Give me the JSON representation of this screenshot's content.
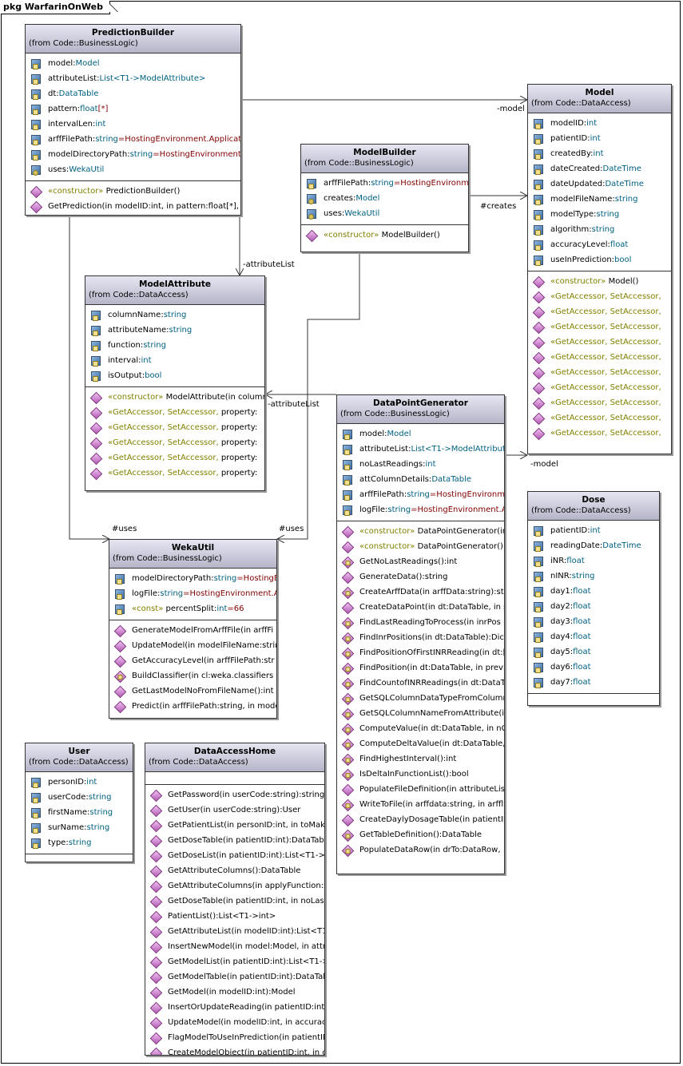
{
  "package_title": "pkg WarfarinOnWeb",
  "classes": {
    "prediction_builder": {
      "name": "PredictionBuilder",
      "from": "(from Code::BusinessLogic)",
      "attributes": [
        {
          "icon": "attr",
          "name": "model:",
          "type": "Model",
          "rest": ""
        },
        {
          "icon": "attr",
          "name": "attributeList:",
          "type": "List<T1->ModelAttribute>",
          "rest": ""
        },
        {
          "icon": "attr",
          "name": "dt:",
          "type": "DataTable",
          "rest": ""
        },
        {
          "icon": "attr",
          "name": "pattern:",
          "type": "float",
          "rest": "[*]"
        },
        {
          "icon": "attr",
          "name": "intervalLen:",
          "type": "int",
          "rest": ""
        },
        {
          "icon": "attr",
          "name": "arffFilePath:",
          "type": "string",
          "rest": "=HostingEnvironment.Applicatic"
        },
        {
          "icon": "attr",
          "name": "modelDirectoryPath:",
          "type": "string",
          "rest": "=HostingEnvironment.A"
        },
        {
          "icon": "attr prot",
          "name": "uses:",
          "type": "WekaUtil",
          "rest": ""
        }
      ],
      "operations": [
        {
          "icon": "op",
          "st": "«constructor»",
          "text": " PredictionBuilder()"
        },
        {
          "icon": "op",
          "st": "",
          "text": "GetPrediction(in modelID:int, in pattern:float[*], in i"
        }
      ]
    },
    "model": {
      "name": "Model",
      "from": "(from Code::DataAccess)",
      "attributes": [
        {
          "icon": "attr",
          "name": "modelID:",
          "type": "int",
          "rest": ""
        },
        {
          "icon": "attr",
          "name": "patientID:",
          "type": "int",
          "rest": ""
        },
        {
          "icon": "attr",
          "name": "createdBy:",
          "type": "int",
          "rest": ""
        },
        {
          "icon": "attr",
          "name": "dateCreated:",
          "type": "DateTime",
          "rest": ""
        },
        {
          "icon": "attr",
          "name": "dateUpdated:",
          "type": "DateTime",
          "rest": ""
        },
        {
          "icon": "attr",
          "name": "modelFileName:",
          "type": "string",
          "rest": ""
        },
        {
          "icon": "attr",
          "name": "modelType:",
          "type": "string",
          "rest": ""
        },
        {
          "icon": "attr",
          "name": "algorithm:",
          "type": "string",
          "rest": ""
        },
        {
          "icon": "attr",
          "name": "accuracyLevel:",
          "type": "float",
          "rest": ""
        },
        {
          "icon": "attr",
          "name": "useInPrediction:",
          "type": "bool",
          "rest": ""
        }
      ],
      "operations": [
        {
          "icon": "op",
          "st": "«constructor»",
          "text": " Model()"
        },
        {
          "icon": "op",
          "st": "«GetAccessor, SetAccessor,",
          "text": ""
        },
        {
          "icon": "op",
          "st": "«GetAccessor, SetAccessor,",
          "text": ""
        },
        {
          "icon": "op",
          "st": "«GetAccessor, SetAccessor,",
          "text": ""
        },
        {
          "icon": "op",
          "st": "«GetAccessor, SetAccessor,",
          "text": ""
        },
        {
          "icon": "op",
          "st": "«GetAccessor, SetAccessor,",
          "text": ""
        },
        {
          "icon": "op",
          "st": "«GetAccessor, SetAccessor,",
          "text": ""
        },
        {
          "icon": "op",
          "st": "«GetAccessor, SetAccessor,",
          "text": ""
        },
        {
          "icon": "op",
          "st": "«GetAccessor, SetAccessor,",
          "text": ""
        },
        {
          "icon": "op",
          "st": "«GetAccessor, SetAccessor,",
          "text": ""
        },
        {
          "icon": "op",
          "st": "«GetAccessor, SetAccessor,",
          "text": ""
        }
      ]
    },
    "model_builder": {
      "name": "ModelBuilder",
      "from": "(from Code::BusinessLogic)",
      "attributes": [
        {
          "icon": "attr",
          "name": "arffFilePath:",
          "type": "string",
          "rest": "=HostingEnvironme"
        },
        {
          "icon": "attr prot",
          "name": "creates:",
          "type": "Model",
          "rest": ""
        },
        {
          "icon": "attr prot",
          "name": "uses:",
          "type": "WekaUtil",
          "rest": ""
        }
      ],
      "operations": [
        {
          "icon": "op",
          "st": "«constructor»",
          "text": " ModelBuilder()"
        }
      ]
    },
    "model_attribute": {
      "name": "ModelAttribute",
      "from": "(from Code::DataAccess)",
      "attributes": [
        {
          "icon": "attr",
          "name": "columnName:",
          "type": "string",
          "rest": ""
        },
        {
          "icon": "attr",
          "name": "attributeName:",
          "type": "string",
          "rest": ""
        },
        {
          "icon": "attr",
          "name": "function:",
          "type": "string",
          "rest": ""
        },
        {
          "icon": "attr",
          "name": "interval:",
          "type": "int",
          "rest": ""
        },
        {
          "icon": "attr",
          "name": "isOutput:",
          "type": "bool",
          "rest": ""
        }
      ],
      "operations": [
        {
          "icon": "op",
          "st": "«constructor»",
          "text": " ModelAttribute(in column"
        },
        {
          "icon": "op",
          "st": "«GetAccessor, SetAccessor,",
          "text": " property:"
        },
        {
          "icon": "op",
          "st": "«GetAccessor, SetAccessor,",
          "text": " property:"
        },
        {
          "icon": "op",
          "st": "«GetAccessor, SetAccessor,",
          "text": " property:"
        },
        {
          "icon": "op",
          "st": "«GetAccessor, SetAccessor,",
          "text": " property:"
        },
        {
          "icon": "op",
          "st": "«GetAccessor, SetAccessor,",
          "text": " property:"
        }
      ]
    },
    "data_point_generator": {
      "name": "DataPointGenerator",
      "from": "(from Code::BusinessLogic)",
      "attributes": [
        {
          "icon": "attr",
          "name": "model:",
          "type": "Model",
          "rest": ""
        },
        {
          "icon": "attr",
          "name": "attributeList:",
          "type": "List<T1->ModelAttribute:",
          "rest": ""
        },
        {
          "icon": "attr",
          "name": "noLastReadings:",
          "type": "int",
          "rest": ""
        },
        {
          "icon": "attr",
          "name": "attColumnDetails:",
          "type": "DataTable",
          "rest": ""
        },
        {
          "icon": "attr",
          "name": "arffFilePath:",
          "type": "string",
          "rest": "=HostingEnvironme"
        },
        {
          "icon": "attr",
          "name": "logFile:",
          "type": "string",
          "rest": "=HostingEnvironment.Ap"
        }
      ],
      "operations": [
        {
          "icon": "op",
          "st": "«constructor»",
          "text": " DataPointGenerator(in"
        },
        {
          "icon": "op",
          "st": "«constructor»",
          "text": " DataPointGenerator()"
        },
        {
          "icon": "op priv",
          "st": "",
          "text": "GetNoLastReadings():int"
        },
        {
          "icon": "op",
          "st": "",
          "text": "GenerateData():string"
        },
        {
          "icon": "op priv",
          "st": "",
          "text": "CreateArffData(in arffData:string):st"
        },
        {
          "icon": "op",
          "st": "",
          "text": "CreateDataPoint(in dt:DataTable, in s"
        },
        {
          "icon": "op priv",
          "st": "",
          "text": "FindLastReadingToProcess(in inrPos"
        },
        {
          "icon": "op priv",
          "st": "",
          "text": "FindInrPositions(in dt:DataTable):Dict"
        },
        {
          "icon": "op priv",
          "st": "",
          "text": "FindPositionOfFirstINRReading(in dt:["
        },
        {
          "icon": "op priv",
          "st": "",
          "text": "FindPosition(in dt:DataTable, in previ"
        },
        {
          "icon": "op priv",
          "st": "",
          "text": "FindCountofINRReadings(in dt:DataT"
        },
        {
          "icon": "op priv",
          "st": "",
          "text": "GetSQLColumnDataTypeFromColumr"
        },
        {
          "icon": "op priv",
          "st": "",
          "text": "GetSQLColumnNameFromAttribute(ir"
        },
        {
          "icon": "op priv",
          "st": "",
          "text": "ComputeValue(in dt:DataTable, in nC"
        },
        {
          "icon": "op priv",
          "st": "",
          "text": "ComputeDeltaValue(in dt:DataTable,"
        },
        {
          "icon": "op priv",
          "st": "",
          "text": "FindHighestInterval():int"
        },
        {
          "icon": "op priv",
          "st": "",
          "text": "IsDeltaInFunctionList():bool"
        },
        {
          "icon": "op",
          "st": "",
          "text": "PopulateFileDefinition(in attributeList:"
        },
        {
          "icon": "op priv",
          "st": "",
          "text": "WriteToFile(in arffdata:string, in arffl"
        },
        {
          "icon": "op",
          "st": "",
          "text": "CreateDaylyDosageTable(in patientII"
        },
        {
          "icon": "op priv",
          "st": "",
          "text": "GetTableDefinition():DataTable"
        },
        {
          "icon": "op priv",
          "st": "",
          "text": "PopulateDataRow(in drTo:DataRow,"
        }
      ]
    },
    "dose": {
      "name": "Dose",
      "from": "(from Code::DataAccess)",
      "attributes": [
        {
          "icon": "attr",
          "name": "patientID:",
          "type": "int",
          "rest": ""
        },
        {
          "icon": "attr",
          "name": "readingDate:",
          "type": "DateTime",
          "rest": ""
        },
        {
          "icon": "attr",
          "name": "iNR:",
          "type": "float",
          "rest": ""
        },
        {
          "icon": "attr",
          "name": "nINR:",
          "type": "string",
          "rest": ""
        },
        {
          "icon": "attr",
          "name": "day1:",
          "type": "float",
          "rest": ""
        },
        {
          "icon": "attr",
          "name": "day2:",
          "type": "float",
          "rest": ""
        },
        {
          "icon": "attr",
          "name": "day3:",
          "type": "float",
          "rest": ""
        },
        {
          "icon": "attr",
          "name": "day4:",
          "type": "float",
          "rest": ""
        },
        {
          "icon": "attr",
          "name": "day5:",
          "type": "float",
          "rest": ""
        },
        {
          "icon": "attr",
          "name": "day6:",
          "type": "float",
          "rest": ""
        },
        {
          "icon": "attr",
          "name": "day7:",
          "type": "float",
          "rest": ""
        }
      ],
      "operations": []
    },
    "weka_util": {
      "name": "WekaUtil",
      "from": "(from Code::BusinessLogic)",
      "attributes": [
        {
          "icon": "attr",
          "name": "modelDirectoryPath:",
          "type": "string",
          "rest": "=HostingEr"
        },
        {
          "icon": "attr",
          "name": "logFile:",
          "type": "string",
          "rest": "=HostingEnvironment.Ap"
        },
        {
          "icon": "attr",
          "name": "",
          "type": "",
          "rest": "",
          "st": "«const»",
          "plain": " percentSplit:",
          "type2": "int",
          "rest2": "=66"
        }
      ],
      "operations": [
        {
          "icon": "op",
          "st": "",
          "text": "GenerateModelFromArffFile(in arffFi"
        },
        {
          "icon": "op",
          "st": "",
          "text": "UpdateModel(in modelFileName:string"
        },
        {
          "icon": "op",
          "st": "",
          "text": "GetAccuracyLevel(in arffFilePath:str"
        },
        {
          "icon": "op priv",
          "st": "",
          "text": "BuildClassifier(in cl:weka.classifiers"
        },
        {
          "icon": "op",
          "st": "",
          "text": "GetLastModelNoFromFileName():int"
        },
        {
          "icon": "op",
          "st": "",
          "text": "Predict(in arffFilePath:string, in mode"
        }
      ]
    },
    "user": {
      "name": "User",
      "from": "(from Code::DataAccess)",
      "attributes": [
        {
          "icon": "attr",
          "name": "personID:",
          "type": "int",
          "rest": ""
        },
        {
          "icon": "attr",
          "name": "userCode:",
          "type": "string",
          "rest": ""
        },
        {
          "icon": "attr",
          "name": "firstName:",
          "type": "string",
          "rest": ""
        },
        {
          "icon": "attr",
          "name": "surName:",
          "type": "string",
          "rest": ""
        },
        {
          "icon": "attr",
          "name": "type:",
          "type": "string",
          "rest": ""
        }
      ],
      "operations": []
    },
    "data_access_home": {
      "name": "DataAccessHome",
      "from": "(from Code::DataAccess)",
      "attributes": [],
      "operations": [
        {
          "icon": "op",
          "st": "",
          "text": "GetPassword(in userCode:string):string"
        },
        {
          "icon": "op",
          "st": "",
          "text": "GetUser(in userCode:string):User"
        },
        {
          "icon": "op",
          "st": "",
          "text": "GetPatientList(in personID:int, in toMake"
        },
        {
          "icon": "op",
          "st": "",
          "text": "GetDoseTable(in patientID:int):DataTable"
        },
        {
          "icon": "op",
          "st": "",
          "text": "GetDoseList(in patientID:int):List<T1->Do"
        },
        {
          "icon": "op",
          "st": "",
          "text": "GetAttributeColumns():DataTable"
        },
        {
          "icon": "op",
          "st": "",
          "text": "GetAttributeColumns(in applyFunction:s"
        },
        {
          "icon": "op",
          "st": "",
          "text": "GetDoseTable(in patientID:int, in noLastl"
        },
        {
          "icon": "op",
          "st": "",
          "text": "PatientList():List<T1->int>"
        },
        {
          "icon": "op",
          "st": "",
          "text": "GetAttributeList(in modelID:int):List<T1->"
        },
        {
          "icon": "op",
          "st": "",
          "text": "InsertNewModel(in model:Model, in attril"
        },
        {
          "icon": "op",
          "st": "",
          "text": "GetModelList(in patientID:int):List<T1->M"
        },
        {
          "icon": "op",
          "st": "",
          "text": "GetModelTable(in patientID:int):DataTabl"
        },
        {
          "icon": "op",
          "st": "",
          "text": "GetModel(in modelID:int):Model"
        },
        {
          "icon": "op",
          "st": "",
          "text": "InsertOrUpdateReading(in patientID:int, i"
        },
        {
          "icon": "op",
          "st": "",
          "text": "UpdateModel(in modelID:int, in accuracy"
        },
        {
          "icon": "op",
          "st": "",
          "text": "FlagModelToUseInPrediction(in patientID"
        },
        {
          "icon": "op",
          "st": "",
          "text": "CreateModelObject(in patientID:int, in cre"
        }
      ]
    }
  },
  "connector_labels": {
    "model_1": "-model",
    "creates": "#creates",
    "attribute_list_1": "-attributeList",
    "attribute_list_2": "-attributeList",
    "model_2": "-model",
    "uses_1": "#uses",
    "uses_2": "#uses"
  }
}
